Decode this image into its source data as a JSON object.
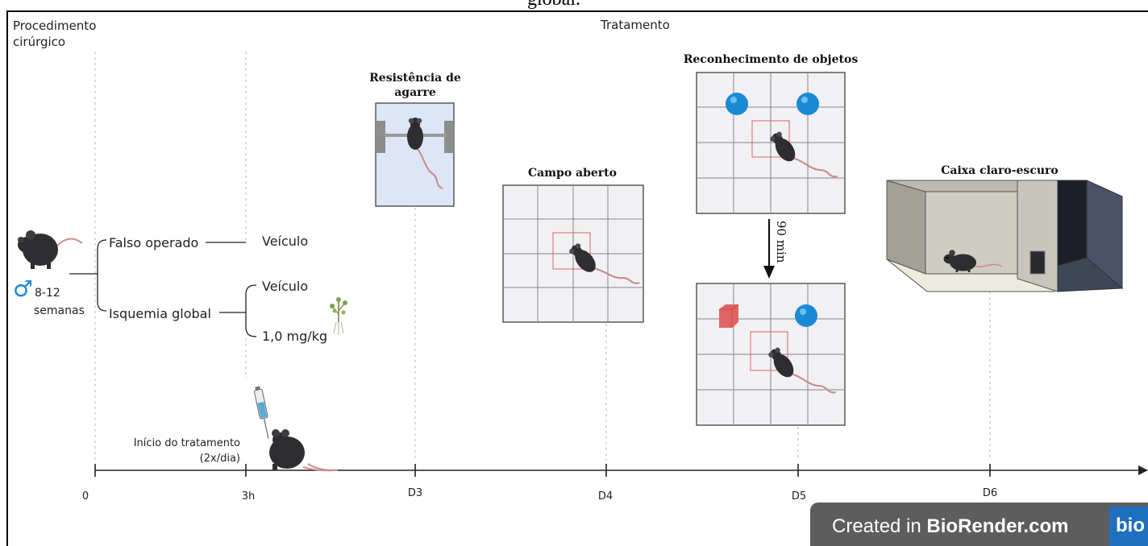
{
  "header": {
    "cut_off_text": "global.",
    "phase_surgery": [
      "Procedimento",
      "cirúrgico"
    ],
    "phase_treatment": "Tratamento"
  },
  "animal": {
    "sex_symbol": "♂",
    "age_range": "8-12",
    "age_unit": "semanas"
  },
  "groups": {
    "sham_label": "Falso operado",
    "sham_treatment": "Veículo",
    "ischemia_label": "Isquemia global",
    "ischemia_treatments": [
      "Veículo",
      "1,0 mg/kg"
    ]
  },
  "treatment_start": {
    "line1": "Início do tratamento",
    "line2": "(2x/dia)"
  },
  "tests": {
    "grip": [
      "Resistência de",
      "agarre"
    ],
    "open_field": "Campo aberto",
    "object_recognition": "Reconhecimento de objetos",
    "interval": "90 min",
    "light_dark_box": "Caixa claro-escuro"
  },
  "timeline": {
    "ticks": [
      "0",
      "3h",
      "D3",
      "D4",
      "D5",
      "D6"
    ]
  },
  "footer": {
    "badge_prefix": "Created in ",
    "badge_brand": "BioRender.com",
    "badge_logo": "bio"
  },
  "colors": {
    "object_blue": "#1b8ad6",
    "object_red": "#e06464",
    "arena_fill": "#f1f1f3",
    "grip_fill": "#dde6f6",
    "mouse": "#2e2e30",
    "mouse_tail": "#c98f8f",
    "badge_bg": "#5d5d5d",
    "badge_logo": "#1f6fbf"
  }
}
